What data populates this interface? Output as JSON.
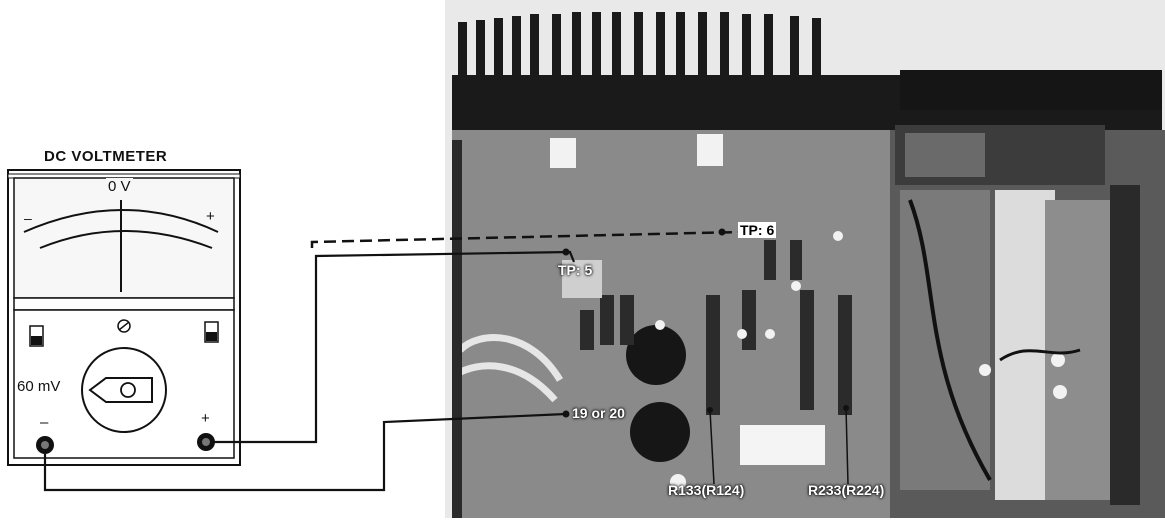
{
  "meter": {
    "title": "DC VOLTMETER",
    "zero_label": "0 V",
    "scale_minus": "–",
    "scale_plus": "+",
    "range_label": "60 mV",
    "terminal_minus": "–",
    "terminal_plus": "+"
  },
  "board_labels": {
    "tp6": "TP: 6",
    "tp5": "TP: 5",
    "pin": "19 or 20",
    "r133": "R133(R124)",
    "r233": "R233(R224)"
  },
  "colors": {
    "ink": "#111111",
    "meter_face": "#f4f4f2",
    "board_dark": "#1c1c1c",
    "board_mid": "#6f6f6f",
    "board_light": "#cfcfcf"
  }
}
